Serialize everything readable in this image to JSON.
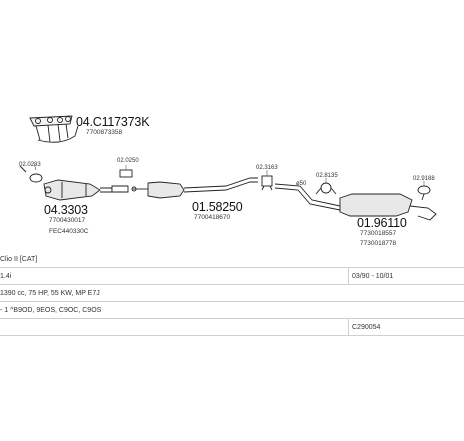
{
  "parts": {
    "manifold": {
      "code": "04.C117373K",
      "ref": "7700873358"
    },
    "gasket_left": {
      "code": "02.0233"
    },
    "catalyst": {
      "code": "04.3303",
      "ref1": "7700430017",
      "ref2": "FEC440330C"
    },
    "clamp_1": {
      "code": "02.0250"
    },
    "front_pipe": {
      "code": "01.58250",
      "ref": "7700418670"
    },
    "hanger_1": {
      "code": "02.3163"
    },
    "dim_label": {
      "text": "ø50"
    },
    "clamp_2": {
      "code": "02.8135"
    },
    "hanger_2": {
      "code": "02.9188"
    },
    "rear_silencer": {
      "code": "01.96110",
      "ref1": "7730018557",
      "ref2": "7730018778"
    }
  },
  "info": {
    "model": "Clio II [CAT]",
    "engine": "1.4i",
    "years": "03/90 - 10/01",
    "spec": "1390 cc, 75 HP, 55 KW, MP E7J",
    "engine_codes": "- 1 ^B9OD, 9EOS, C9OC, C9OS",
    "catalog_code": "C290054"
  }
}
